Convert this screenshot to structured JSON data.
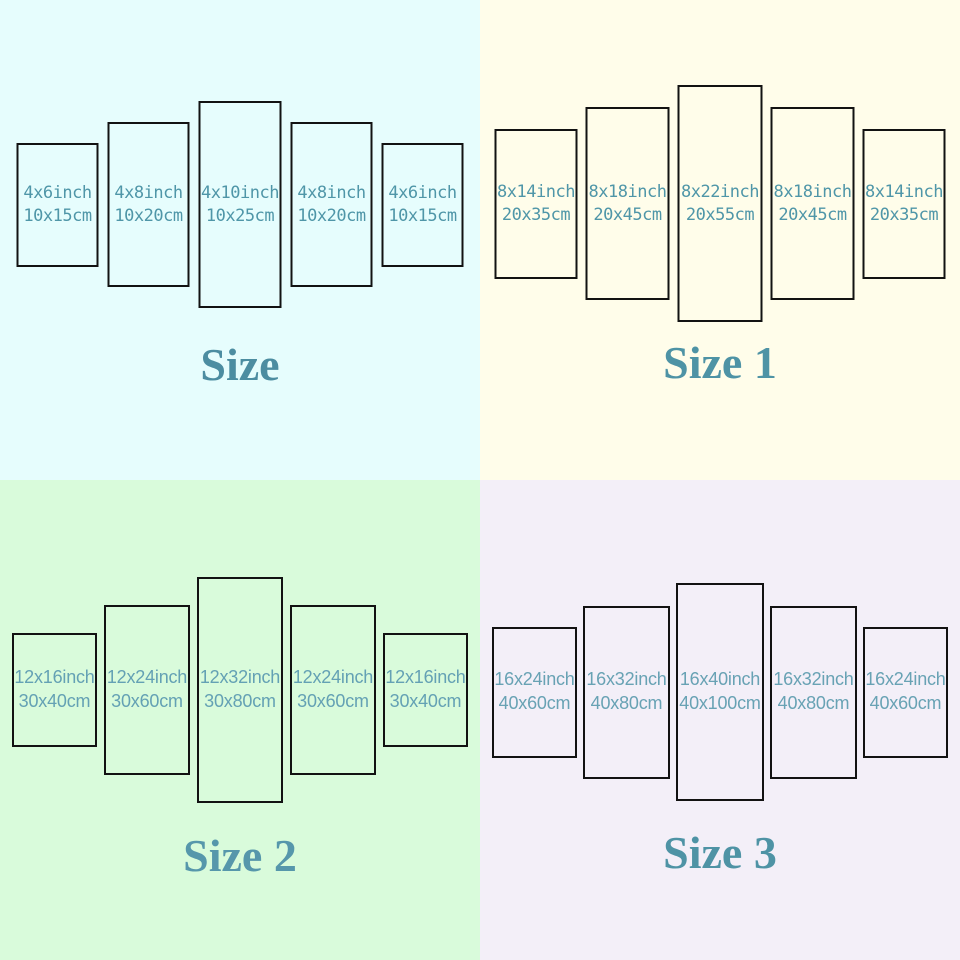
{
  "quadrants": [
    {
      "title": "Size",
      "bg": "#e6fdfd",
      "text_color": "#4f96a8",
      "title_color": "#4c8da1",
      "panels": [
        {
          "inch": "4x6inch",
          "cm": "10x15cm"
        },
        {
          "inch": "4x8inch",
          "cm": "10x20cm"
        },
        {
          "inch": "4x10inch",
          "cm": "10x25cm"
        },
        {
          "inch": "4x8inch",
          "cm": "10x20cm"
        },
        {
          "inch": "4x6inch",
          "cm": "10x15cm"
        }
      ]
    },
    {
      "title": "Size 1",
      "bg": "#fffdea",
      "text_color": "#4f96a8",
      "title_color": "#4e93a5",
      "panels": [
        {
          "inch": "8x14inch",
          "cm": "20x35cm"
        },
        {
          "inch": "8x18inch",
          "cm": "20x45cm"
        },
        {
          "inch": "8x22inch",
          "cm": "20x55cm"
        },
        {
          "inch": "8x18inch",
          "cm": "20x45cm"
        },
        {
          "inch": "8x14inch",
          "cm": "20x35cm"
        }
      ]
    },
    {
      "title": "Size 2",
      "bg": "#d9fbdb",
      "text_color": "#64a1b4",
      "title_color": "#5697ab",
      "panels": [
        {
          "inch": "12x16inch",
          "cm": "30x40cm"
        },
        {
          "inch": "12x24inch",
          "cm": "30x60cm"
        },
        {
          "inch": "12x32inch",
          "cm": "30x80cm"
        },
        {
          "inch": "12x24inch",
          "cm": "30x60cm"
        },
        {
          "inch": "12x16inch",
          "cm": "30x40cm"
        }
      ]
    },
    {
      "title": "Size 3",
      "bg": "#f3eff8",
      "text_color": "#68a2b4",
      "title_color": "#4e93a5",
      "panels": [
        {
          "inch": "16x24inch",
          "cm": "40x60cm"
        },
        {
          "inch": "16x32inch",
          "cm": "40x80cm"
        },
        {
          "inch": "16x40inch",
          "cm": "40x100cm"
        },
        {
          "inch": "16x32inch",
          "cm": "40x80cm"
        },
        {
          "inch": "16x24inch",
          "cm": "40x60cm"
        }
      ]
    }
  ]
}
